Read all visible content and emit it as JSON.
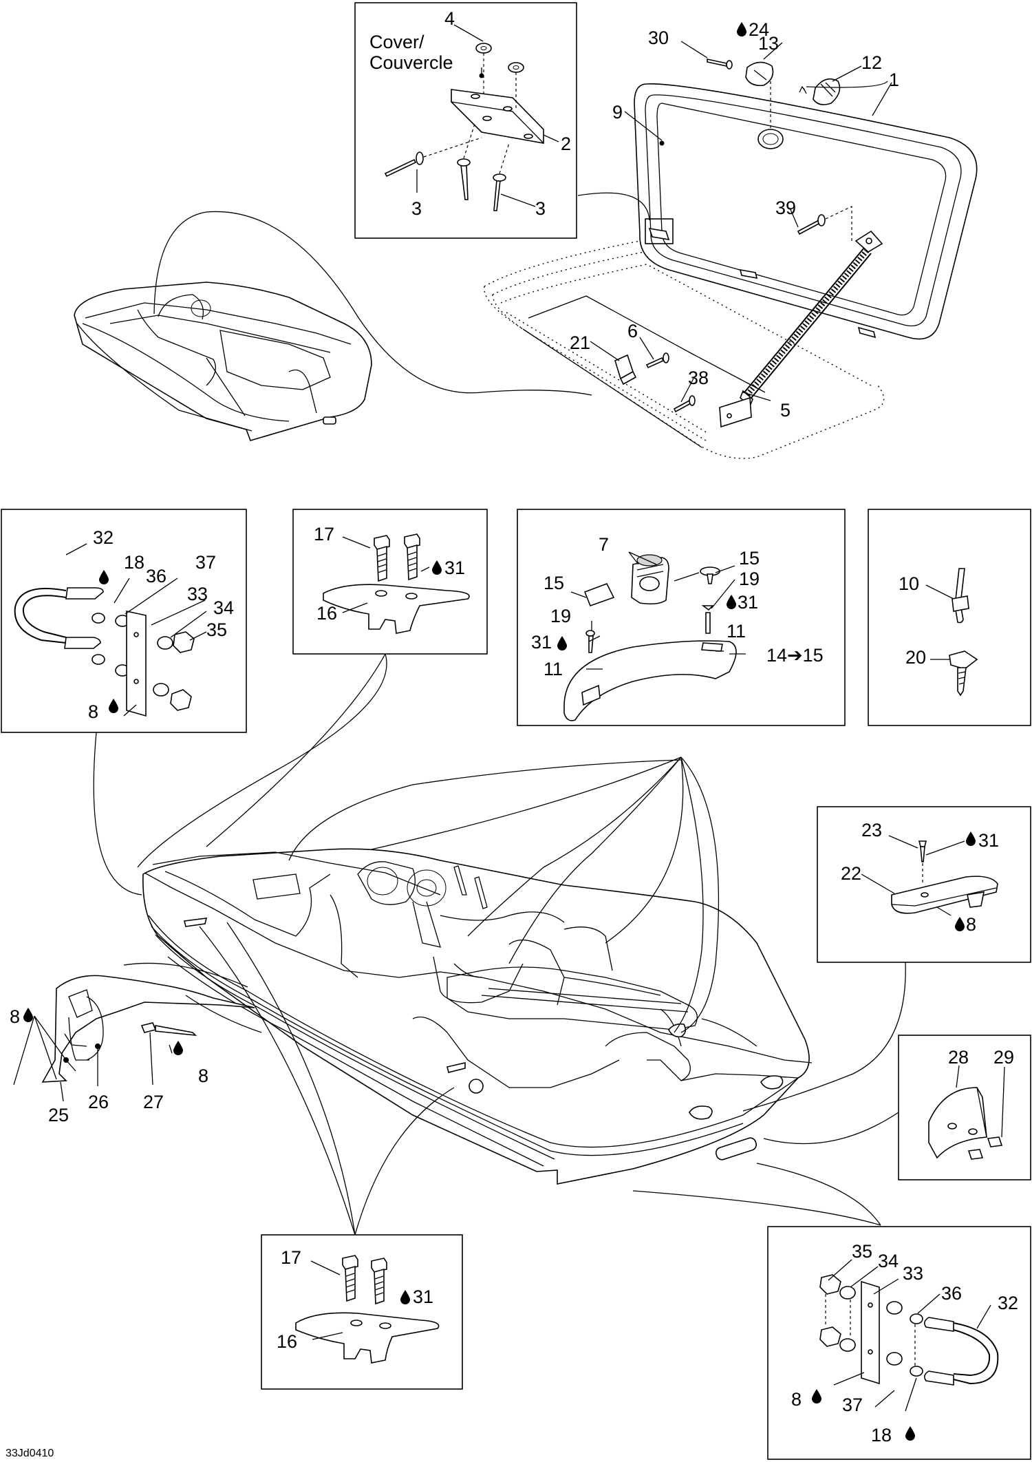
{
  "diagram": {
    "drawing_code": "33Jd0410",
    "cover_label_en": "Cover/",
    "cover_label_fr": "Couvercle",
    "arrow_text": "14➔15",
    "callouts": {
      "hatch": {
        "l1": "1",
        "l2": "2",
        "l3a": "3",
        "l3b": "3",
        "l4": "4",
        "l5": "5",
        "l6": "6",
        "l9": "9",
        "l12": "12",
        "l13": "13",
        "l21": "21",
        "l24": "24",
        "l30": "30",
        "l38": "38",
        "l39": "39"
      },
      "ubolt_left": {
        "l32": "32",
        "l18": "18",
        "l36": "36",
        "l37": "37",
        "l33": "33",
        "l34": "34",
        "l35": "35",
        "l8": "8"
      },
      "cleat_top": {
        "l17": "17",
        "l31": "31",
        "l16": "16"
      },
      "handle": {
        "l7": "7",
        "l15a": "15",
        "l15b": "15",
        "l19a": "19",
        "l19b": "19",
        "l31a": "31",
        "l31b": "31",
        "l11a": "11",
        "l11b": "11"
      },
      "ties": {
        "l10": "10",
        "l20": "20"
      },
      "bumper": {
        "l23": "23",
        "l31": "31",
        "l22": "22",
        "l8": "8"
      },
      "rail": {
        "l8": "8",
        "l25": "25",
        "l26": "26",
        "l27": "27",
        "l8b": "8"
      },
      "clip": {
        "l28": "28",
        "l29": "29"
      },
      "cleat_bottom": {
        "l17": "17",
        "l31": "31",
        "l16": "16"
      },
      "ubolt_right": {
        "l35": "35",
        "l34": "34",
        "l33": "33",
        "l36": "36",
        "l32": "32",
        "l8": "8",
        "l37": "37",
        "l18": "18"
      }
    }
  }
}
